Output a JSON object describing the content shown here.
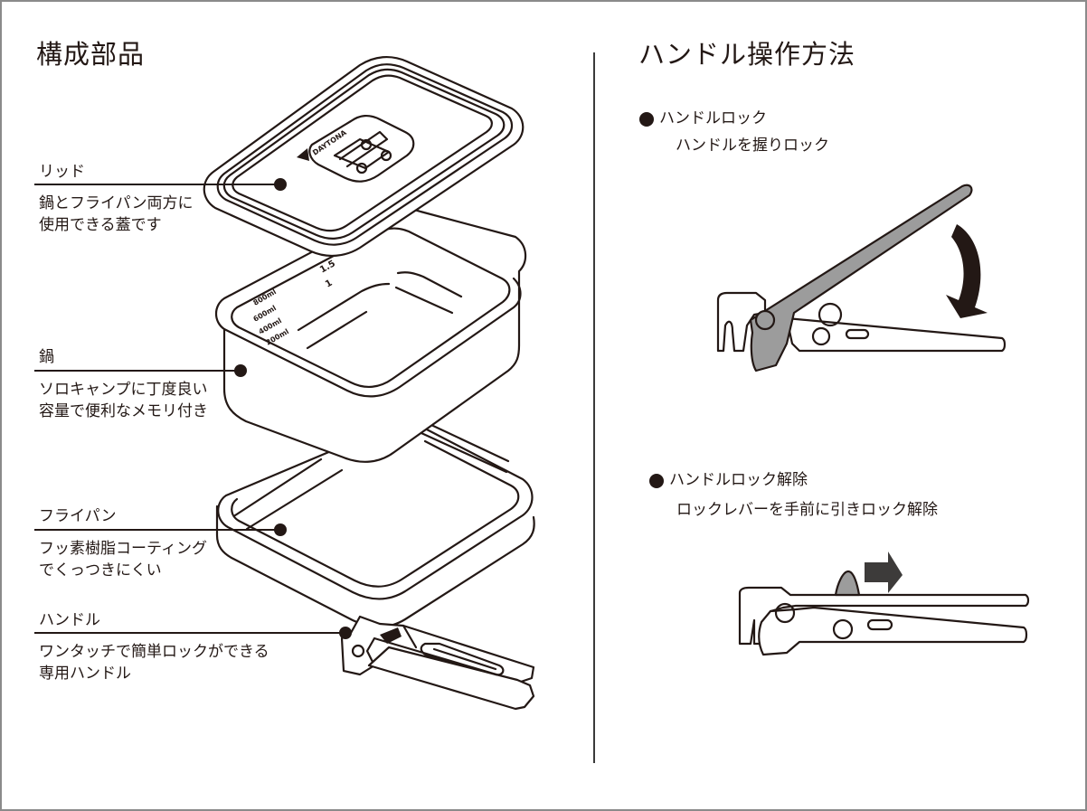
{
  "left_section": {
    "title": "構成部品",
    "parts": [
      {
        "id": "lid",
        "label": "リッド",
        "description": "鍋とフライパン両方に\n使用できる蓋です"
      },
      {
        "id": "pot",
        "label": "鍋",
        "description": "ソロキャンプに丁度良い\n容量で便利なメモリ付き"
      },
      {
        "id": "pan",
        "label": "フライパン",
        "description": "フッ素樹脂コーティング\nでくっつきにくい"
      },
      {
        "id": "handle",
        "label": "ハンドル",
        "description": "ワンタッチで簡単ロックができる\n専用ハンドル"
      }
    ],
    "lid_brand_text": "DAYTONA",
    "pot_scale_marks": [
      "1.5",
      "1",
      "800ml",
      "600ml",
      "400ml",
      "200ml"
    ]
  },
  "right_section": {
    "title": "ハンドル操作方法",
    "steps": [
      {
        "id": "lock",
        "heading": "ハンドルロック",
        "description": "ハンドルを握りロック",
        "motion": "rotate-down-arrow"
      },
      {
        "id": "unlock",
        "heading": "ハンドルロック解除",
        "description": "ロックレバーを手前に引きロック解除",
        "motion": "right-arrow"
      }
    ]
  },
  "colors": {
    "ink": "#231815",
    "handle_gray": "#9c9c9c",
    "arrow_dark": "#3d3b3a",
    "frame": "#8a8a8a",
    "background": "#ffffff"
  }
}
